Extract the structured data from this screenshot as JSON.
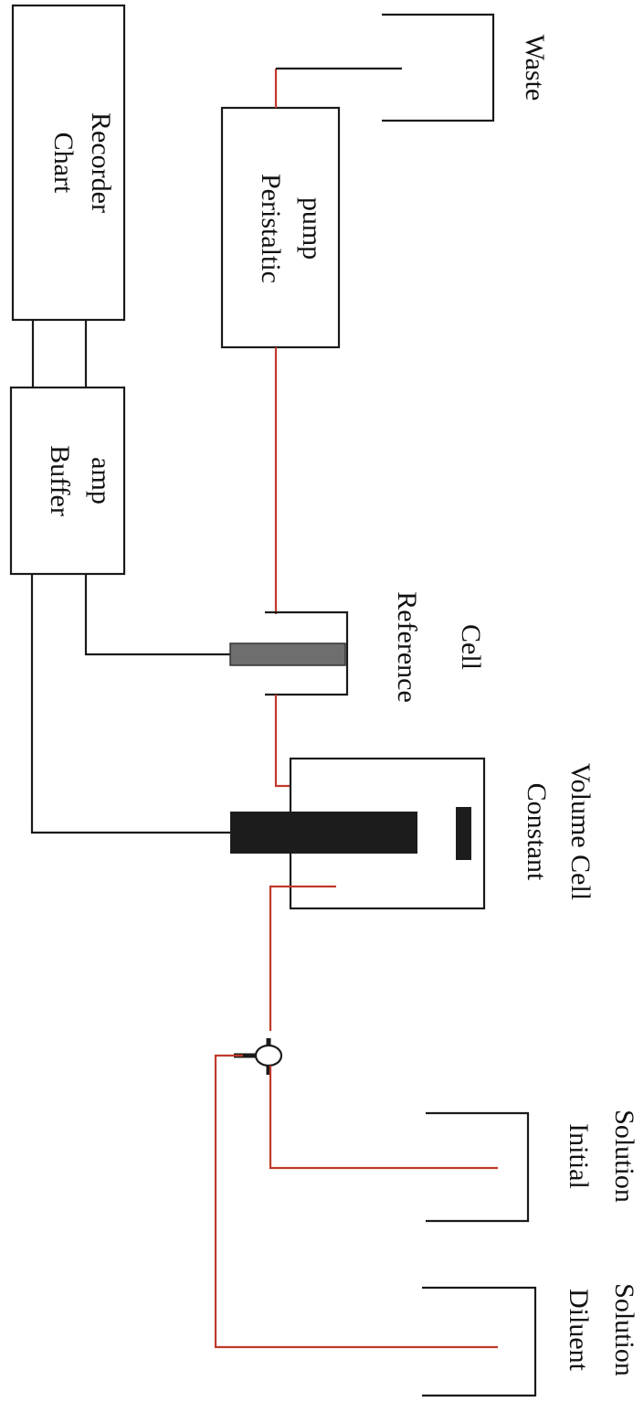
{
  "labels": {
    "chart_recorder_line1": "Chart",
    "chart_recorder_line2": "Recorder",
    "buffer_amp_line1": "Buffer",
    "buffer_amp_line2": "amp",
    "peristaltic_pump_line1": "Peristaltic",
    "peristaltic_pump_line2": "pump",
    "waste": "Waste",
    "reference_cell_line1": "Reference",
    "reference_cell_line2": "Cell",
    "constant_volume_cell_line1": "Constant",
    "constant_volume_cell_line2": "Volume Cell",
    "initial_solution_line1": "Initial",
    "initial_solution_line2": "Solution",
    "diluent_solution_line1": "Diluent",
    "diluent_solution_line2": "Solution"
  },
  "colors": {
    "tubing": "#c0392b",
    "wiring": "#1a1a1a",
    "reference_electrode": "#6e6e6e",
    "working_electrode": "#1c1c1c"
  }
}
